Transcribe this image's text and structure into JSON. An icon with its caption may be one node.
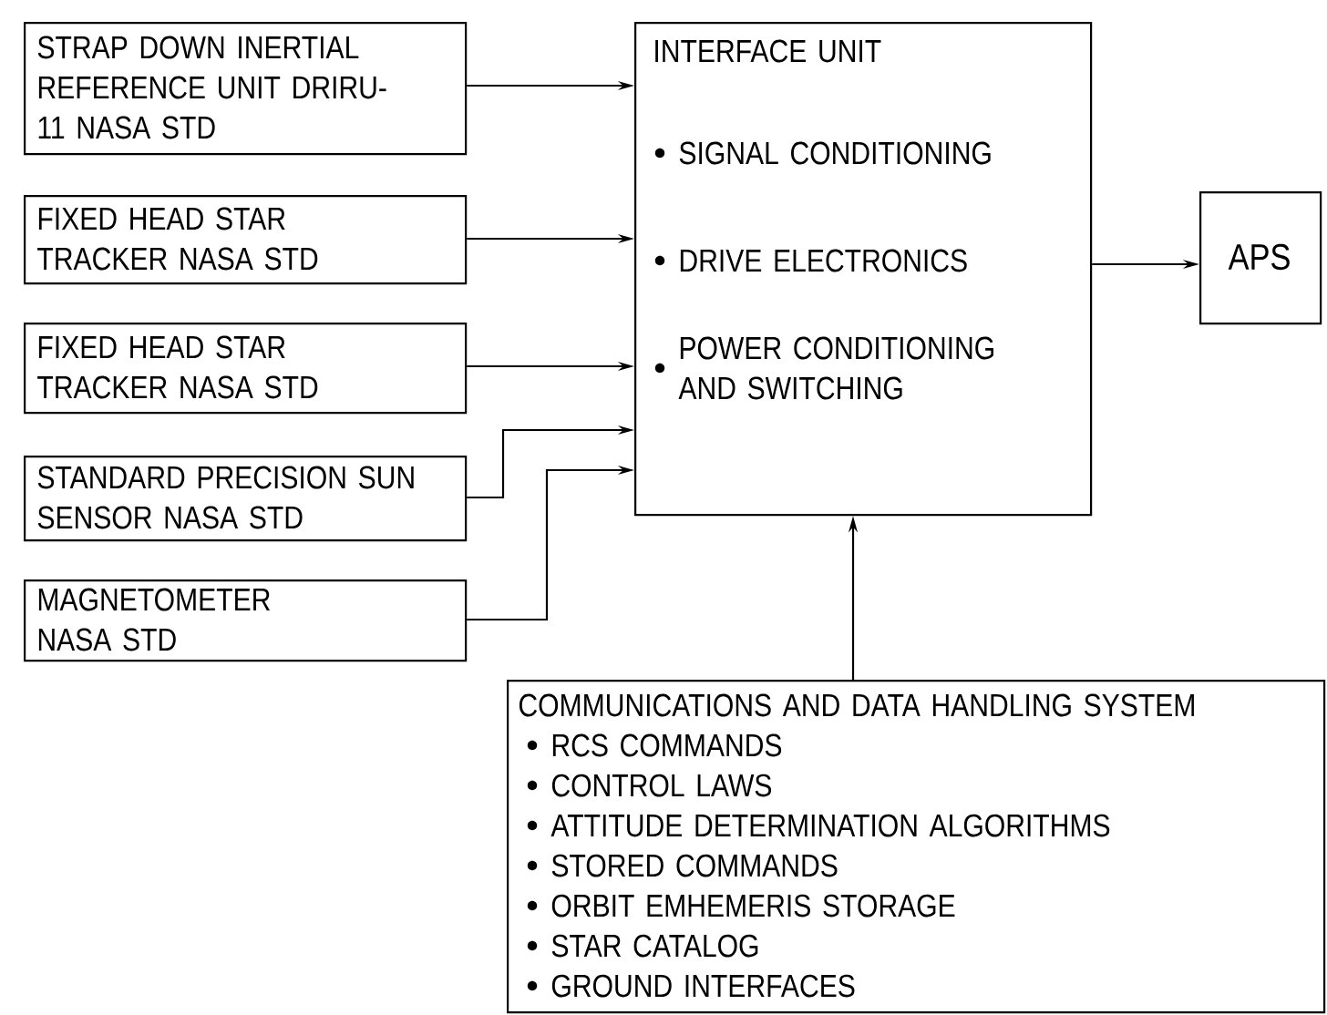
{
  "diagram": {
    "nodes": [
      {
        "text": [
          "STRAP DOWN INERTIAL REFERENCE UNIT DRIRU-11 NASA STD"
        ]
      },
      {
        "text": [
          "FIXED HEAD STAR TRACKER NASA STD"
        ]
      },
      {
        "text": [
          "FIXED HEAD STAR TRACKER NASA STD"
        ]
      },
      {
        "text": [
          "STANDARD PRECISION SUN SENSOR NASA STD"
        ]
      },
      {
        "text": [
          "MAGNETOMETER NASA STD"
        ]
      },
      {
        "text": [
          "INTERFACE UNIT",
          "SIGNAL CONDITIONING",
          "DRIVE ELECTRONICS",
          "POWER CONDITIONING AND SWITCHING"
        ]
      },
      {
        "text": [
          "APS"
        ]
      },
      {
        "text": [
          "COMMUNICATIONS AND DATA HANDLING SYSTEM",
          "RCS COMMANDS",
          "CONTROL LAWS",
          "ATTITUDE DETERMINATION ALGORITHMS",
          "STORED COMMANDS",
          "ORBIT EMHEMERIS STORAGE",
          "STAR CATALOG",
          "GROUND INTERFACES"
        ]
      }
    ],
    "edges": [
      {
        "from": 0,
        "to": 5,
        "arrow": "to"
      },
      {
        "from": 1,
        "to": 5,
        "arrow": "to"
      },
      {
        "from": 2,
        "to": 5,
        "arrow": "to"
      },
      {
        "from": 3,
        "to": 5,
        "arrow": "to"
      },
      {
        "from": 4,
        "to": 5,
        "arrow": "to"
      },
      {
        "from": 5,
        "to": 6,
        "arrow": "to"
      },
      {
        "from": 7,
        "to": 5,
        "arrow": "to"
      }
    ]
  }
}
